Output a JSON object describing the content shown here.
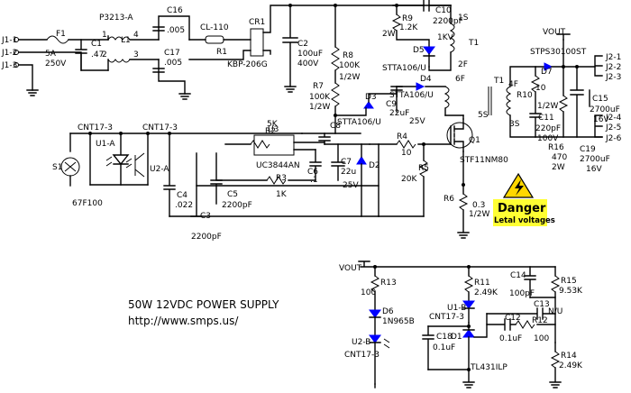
{
  "title": "50W 12VDC POWER SUPPLY",
  "url": "http://www.smps.us/",
  "warning": {
    "heading": "Danger",
    "subtext": "Letal voltages"
  },
  "labels": {
    "j1_1": "J1-1",
    "j1_2": "J1-2",
    "j1_3": "J1-3",
    "f1": "F1",
    "f1_rating": "5A",
    "f1_voltage": "250V",
    "c1": "C1",
    "c1_val": ".47",
    "l1_part": "P3213-A",
    "l1": "L1",
    "c16": "C16",
    "c16_val": ".005",
    "c17": "C17",
    "c17_val": ".005",
    "r1_part": "CL-110",
    "r1": "R1",
    "cr1": "CR1",
    "cr1_part": "KBP-206G",
    "c2": "C2",
    "c2_val": "100uF",
    "c2_volt": "400V",
    "r8": "R8",
    "r8_val": "100K",
    "r7": "R7",
    "r7_val": "100K",
    "r7_pow": "1/2W",
    "r8_pow": "1/2W",
    "r9": "R9",
    "r9_val": "1.2K",
    "r9_pow": "2W",
    "c10": "C10",
    "c10_val": "2200pF",
    "c10_volt": "1KV",
    "d5": "D5",
    "d5_part": "STTA106/U",
    "t1_1s": "1S",
    "t1": "T1",
    "t1_2f": "2F",
    "d3": "D3",
    "d3_part": "STTA106/U",
    "c9": "C9",
    "c9_val": "22uF",
    "c9_volt": "25V",
    "d4": "D4",
    "d4_part": "STTA106/U",
    "t1_6f": "6F",
    "t1_5s": "5S",
    "t1b": "T1",
    "t1_4f": "4F",
    "t1_3s": "3S",
    "vout": "VOUT",
    "d7_part": "STPS30100ST",
    "d7": "D7",
    "j2_1": "J2-1",
    "j2_2": "J2-2",
    "j2_3": "J2-3",
    "j2_4": "J2-4",
    "j2_5": "J2-5",
    "j2_6": "J2-6",
    "r10": "R10",
    "r10_val": "10",
    "r10_pow": "1/2W",
    "c11": "C11",
    "c11_val": "220pF",
    "c11_volt": "100V",
    "r16": "R16",
    "r16_val": "470",
    "r16_pow": "2W",
    "c15": "C15",
    "c15_val": "2700uF",
    "c15_volt": "16V",
    "c19": "C19",
    "c19_val": "2700uF",
    "c19_volt": "16V",
    "cnt17_3a": "CNT17-3",
    "cnt17_3b": "CNT17-3",
    "u1a": "U1-A",
    "u2a": "U2-A",
    "s1": "S1",
    "s1_part": "67F100",
    "r2": "R2",
    "r2_val": "5K",
    "u3": "U3",
    "u3_part": "UC3844AN",
    "c8": "C8",
    "c6": "C6",
    "c6_val": ".1",
    "c7": "C7",
    "c7_val": "22u",
    "d2": "D2",
    "c7_volt": "25V",
    "r3": "R3",
    "r3_val": "1K",
    "c4": "C4",
    "c4_val": ".022",
    "c5": "C5",
    "c5_val": "2200pF",
    "c3": "C3",
    "c3_val": "2200pF",
    "r4": "R4",
    "r4_val": "10",
    "r5": "R5",
    "r5_val": "20K",
    "q1": "Q1",
    "q1_part": "STF11NM80",
    "r6": "R6",
    "r6_val": "0.3",
    "r6_pow": "1/2W",
    "vout2": "VOUT",
    "r13": "R13",
    "r13_val": "100",
    "d6": "D6",
    "d6_part": "1N965B",
    "u2b": "U2-B",
    "u2b_part": "CNT17-3",
    "r11": "R11",
    "r11_val": "2.49K",
    "u1b": "U1-B",
    "u1b_part": "CNT17-3",
    "c14": "C14",
    "c14_val": "100pF",
    "r15": "R15",
    "r15_val": "9.53K",
    "c13": "C13",
    "c13_val": "N/U",
    "c12": "C12",
    "r12": "R12",
    "c12_val": "0.1uF",
    "r12_val": "100",
    "c18": "C18",
    "c18_val": "0.1uF",
    "d1": "D1",
    "d1_part": "TL431ILP",
    "r14": "R14",
    "r14_val": "2.49K"
  }
}
